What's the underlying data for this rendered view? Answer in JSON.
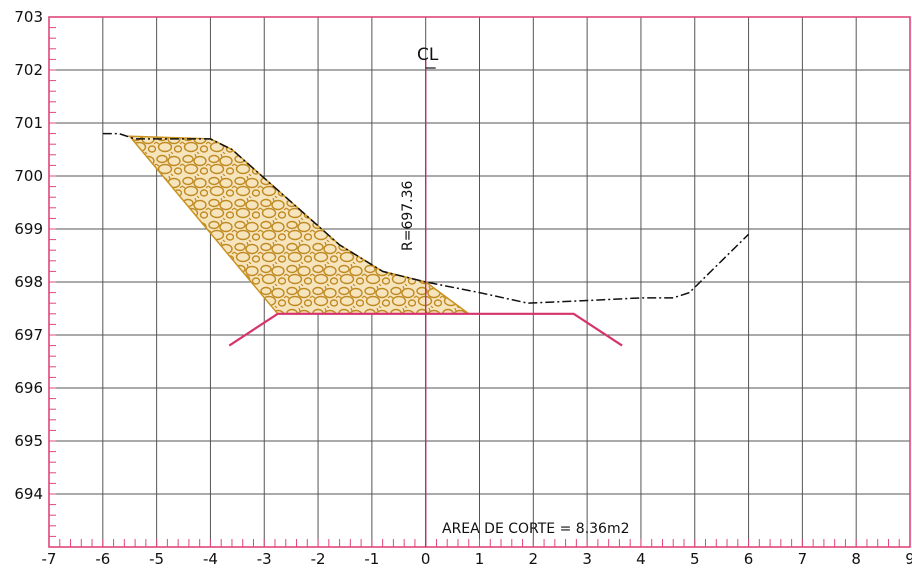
{
  "chart_data": {
    "type": "line",
    "xlim": [
      -7,
      9
    ],
    "ylim": [
      693,
      703
    ],
    "x_ticks": [
      "-7",
      "-6",
      "-5",
      "-4",
      "-3",
      "-2",
      "-1",
      "0",
      "1",
      "2",
      "3",
      "4",
      "5",
      "6",
      "7",
      "8",
      "9"
    ],
    "y_ticks": [
      "694",
      "695",
      "696",
      "697",
      "698",
      "699",
      "700",
      "701",
      "702",
      "703"
    ],
    "grid": true,
    "annotations": {
      "centerline": "CL",
      "elevation": "R=697.36",
      "area": "AREA DE CORTE = 8.36m2"
    },
    "terrain": {
      "x": [
        -6.0,
        -5.7,
        -5.4,
        -4.0,
        -3.6,
        -2.6,
        -1.6,
        -0.8,
        0.0,
        1.0,
        1.9,
        3.0,
        4.0,
        4.6,
        4.9,
        5.5,
        6.0
      ],
      "y": [
        700.8,
        700.8,
        700.7,
        700.7,
        700.5,
        699.6,
        698.7,
        698.2,
        698.0,
        697.8,
        697.6,
        697.65,
        697.7,
        697.7,
        697.8,
        698.4,
        698.9
      ]
    },
    "design_section": {
      "x": [
        -3.65,
        -2.75,
        2.75,
        3.65
      ],
      "y": [
        696.8,
        697.4,
        697.4,
        696.8
      ]
    },
    "cut_area": {
      "x": [
        -5.5,
        -4.0,
        -3.6,
        -2.6,
        -1.6,
        -0.8,
        0.0,
        0.8,
        -2.75
      ],
      "y": [
        700.75,
        700.7,
        700.5,
        699.6,
        698.7,
        698.2,
        698.0,
        697.4,
        697.4
      ]
    },
    "centerline_x": 0,
    "colors": {
      "frame": "#e0477a",
      "grid": "#555555",
      "terrain": "#111111",
      "design": "#d6336c",
      "centerline": "#b0307a",
      "cut_fill": "#f3d7a2",
      "cut_stroke": "#c8931e"
    }
  }
}
